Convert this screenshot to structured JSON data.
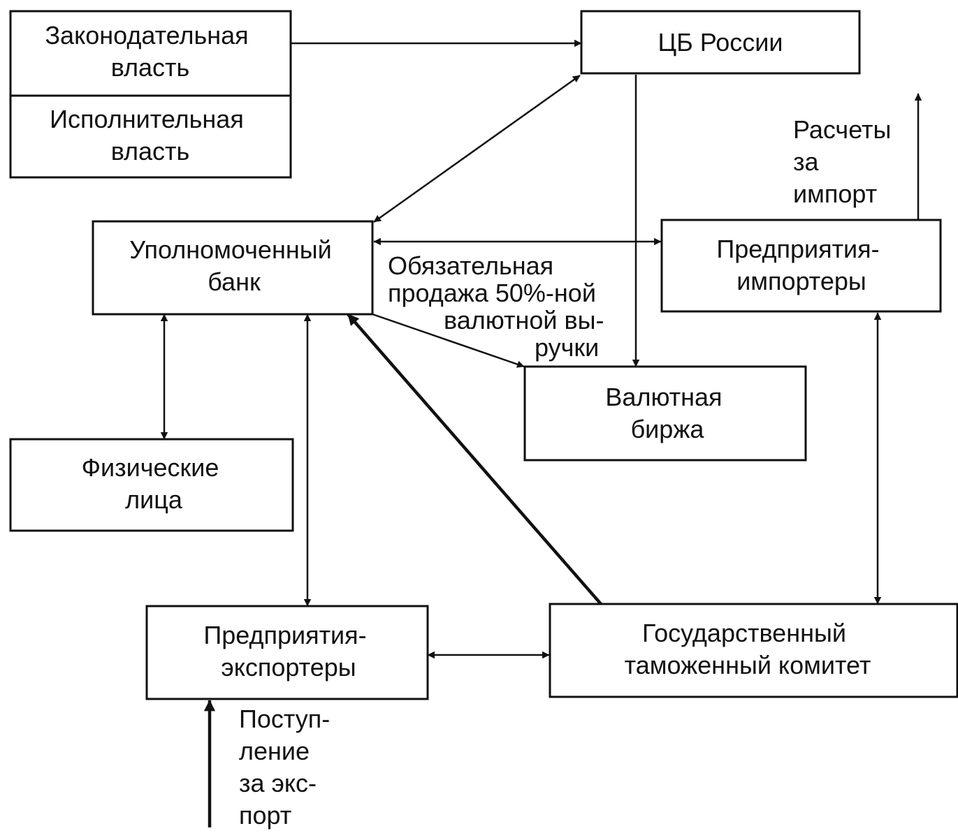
{
  "nodes": {
    "legislative": {
      "lines": [
        "Законодательная",
        "власть"
      ]
    },
    "executive": {
      "lines": [
        "Исполнительная",
        "власть"
      ]
    },
    "cb_russia": {
      "lines": [
        "ЦБ России"
      ]
    },
    "authorized_bank": {
      "lines": [
        "Уполномоченный",
        "банк"
      ]
    },
    "importers": {
      "lines": [
        "Предприятия-",
        "импортеры"
      ]
    },
    "currency_exchange": {
      "lines": [
        "Валютная",
        "биржа"
      ]
    },
    "individuals": {
      "lines": [
        "Физические",
        "лица"
      ]
    },
    "exporters": {
      "lines": [
        "Предприятия-",
        "экспортеры"
      ]
    },
    "customs": {
      "lines": [
        "Государственный",
        "таможенный комитет"
      ]
    }
  },
  "labels": {
    "import_payments": {
      "lines": [
        "Расчеты",
        "за",
        "импорт"
      ]
    },
    "mandatory_sale": {
      "lines": [
        "Обязательная",
        "продажа 50%-ной",
        "валютной вы-",
        "ручки"
      ]
    },
    "export_receipts": {
      "lines": [
        "Поступ-",
        "ление",
        "за экс-",
        "порт"
      ]
    }
  }
}
